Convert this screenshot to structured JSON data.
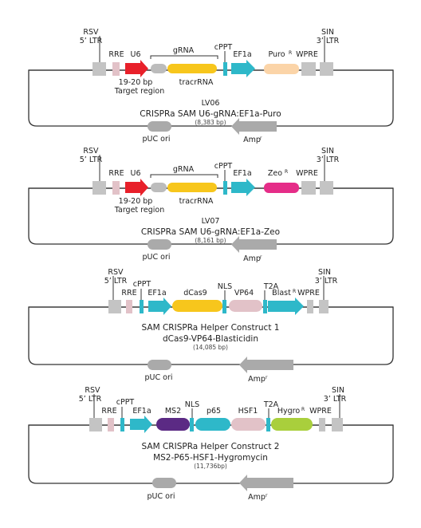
{
  "colors": {
    "ltr": "#c4c4c4",
    "rre": "#e2c2c8",
    "u6": "#e8202a",
    "target_region": "#bcbcbc",
    "tracrrna": "#f7c61c",
    "cppt": "#2eb8c9",
    "ef1a": "#2eb8c9",
    "puro": "#fbd4a8",
    "zeo": "#e52d88",
    "wpre": "#c4c4c4",
    "sin_ltr": "#c4c4c4",
    "puc_ori": "#aaaaaa",
    "ampr": "#aaaaaa",
    "dcas9": "#f7c61c",
    "vp64": "#e2c2c8",
    "blast": "#2eb8c9",
    "ms2": "#5b2a84",
    "p65": "#2eb8c9",
    "hsf1": "#e2c2c8",
    "hygro": "#a9cf3c",
    "line": "#333333"
  },
  "constructs": [
    {
      "name": "LV06",
      "description": "CRISPRa SAM U6-gRNA:EF1a-Puro",
      "size": "(8,383 bp)",
      "labels": {
        "rsv": "RSV",
        "ltr5": "5’ LTR",
        "rre": "RRE",
        "u6": "U6",
        "grna": "gRNA",
        "target_bp": "19-20 bp",
        "target_region": "Target region",
        "tracrrna": "tracrRNA",
        "cppt": "cPPT",
        "ef1a": "EF1a",
        "resistance": "Puro",
        "resistance_sup": "R",
        "wpre": "WPRE",
        "sin": "SIN",
        "ltr3": "3’ LTR",
        "puc_ori": "pUC ori",
        "amp": "Amp",
        "amp_sup": "r"
      }
    },
    {
      "name": "LV07",
      "description": "CRISPRa SAM U6-gRNA:EF1a-Zeo",
      "size": "(8,161 bp)",
      "labels": {
        "rsv": "RSV",
        "ltr5": "5’ LTR",
        "rre": "RRE",
        "u6": "U6",
        "grna": "gRNA",
        "target_bp": "19-20 bp",
        "target_region": "Target region",
        "tracrrna": "tracrRNA",
        "cppt": "cPPT",
        "ef1a": "EF1a",
        "resistance": "Zeo",
        "resistance_sup": "R",
        "wpre": "WPRE",
        "sin": "SIN",
        "ltr3": "3’ LTR",
        "puc_ori": "pUC ori",
        "amp": "Amp",
        "amp_sup": "r"
      }
    },
    {
      "name": "SAM CRISPRa Helper Construct 1",
      "description": "dCas9-VP64-Blasticidin",
      "size": "(14,085 bp)",
      "labels": {
        "rsv": "RSV",
        "ltr5": "5’ LTR",
        "rre": "RRE",
        "cppt": "cPPT",
        "ef1a": "EF1a",
        "dcas9": "dCas9",
        "nls": "NLS",
        "vp64": "VP64",
        "t2a": "T2A",
        "blast": "Blast",
        "blast_sup": "R",
        "wpre": "WPRE",
        "sin": "SIN",
        "ltr3": "3’ LTR",
        "puc_ori": "pUC ori",
        "amp": "Amp",
        "amp_sup": "r"
      }
    },
    {
      "name": "SAM CRISPRa Helper Construct 2",
      "description": "MS2-P65-HSF1-Hygromycin",
      "size": "(11,736bp)",
      "labels": {
        "rsv": "RSV",
        "ltr5": "5’ LTR",
        "rre": "RRE",
        "cppt": "cPPT",
        "ef1a": "EF1a",
        "ms2": "MS2",
        "nls": "NLS",
        "p65": "p65",
        "hsf1": "HSF1",
        "t2a": "T2A",
        "hygro": "Hygro",
        "hygro_sup": "R",
        "wpre": "WPRE",
        "sin": "SIN",
        "ltr3": "3’ LTR",
        "puc_ori": "pUC ori",
        "amp": "Amp",
        "amp_sup": "r"
      }
    }
  ]
}
